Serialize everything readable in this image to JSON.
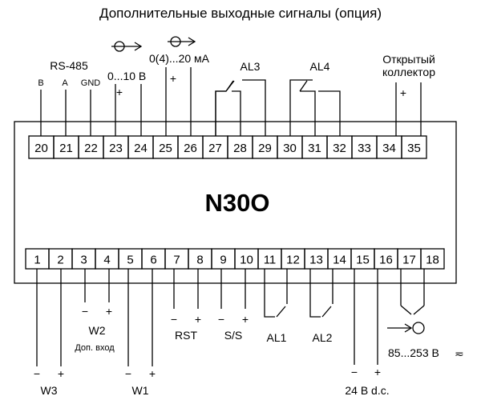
{
  "title": "Дополнительные выходные сигналы (опция)",
  "device_name": "N30O",
  "top_terminals": [
    "20",
    "21",
    "22",
    "23",
    "24",
    "25",
    "26",
    "27",
    "28",
    "29",
    "30",
    "31",
    "32",
    "33",
    "34",
    "35"
  ],
  "bottom_terminals": [
    "1",
    "2",
    "3",
    "4",
    "5",
    "6",
    "7",
    "8",
    "9",
    "10",
    "11",
    "12",
    "13",
    "14",
    "15",
    "16",
    "17",
    "18"
  ],
  "labels": {
    "rs485": "RS-485",
    "rs_b": "B",
    "rs_a": "A",
    "rs_gnd": "GND",
    "volt_out": "0...10 B",
    "curr_out": "0(4)...20 мA",
    "al3": "AL3",
    "al4": "AL4",
    "open_collector_1": "Открытый",
    "open_collector_2": "коллектор",
    "w3": "W3",
    "w2": "W2",
    "aux_input": "Доп. вход",
    "w1": "W1",
    "rst": "RST",
    "ss": "S/S",
    "al1": "AL1",
    "al2": "AL2",
    "supply_24": "24 B d.c.",
    "supply_ac": "85...253 B"
  },
  "signs": {
    "plus": "+",
    "minus": "−",
    "ac": "≂"
  }
}
